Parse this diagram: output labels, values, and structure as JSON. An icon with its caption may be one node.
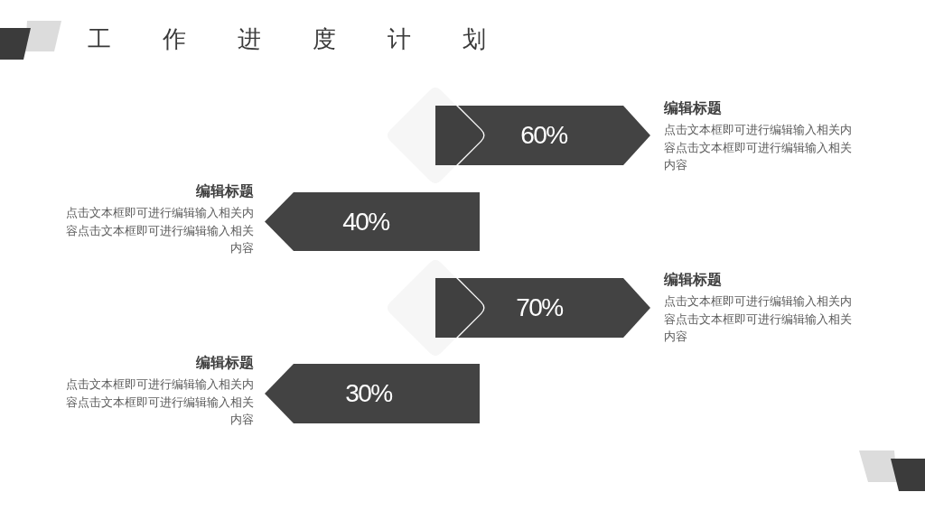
{
  "diagram": {
    "title": "工作进度计划",
    "nodes": [
      {
        "text": [
          "60%"
        ],
        "beside": [
          "编辑标题",
          "点击文本框即可进行编辑输入相关内容点击文本框即可进行编辑输入相关内容"
        ]
      },
      {
        "text": [
          "40%"
        ],
        "beside": [
          "编辑标题",
          "点击文本框即可进行编辑输入相关内容点击文本框即可进行编辑输入相关内容"
        ]
      },
      {
        "text": [
          "70%"
        ],
        "beside": [
          "编辑标题",
          "点击文本框即可进行编辑输入相关内容点击文本框即可进行编辑输入相关内容"
        ]
      },
      {
        "text": [
          "30%"
        ],
        "beside": [
          "编辑标题",
          "点击文本框即可进行编辑输入相关内容点击文本框即可进行编辑输入相关内容"
        ]
      },
      {
        "text": [],
        "shape": "diamond"
      },
      {
        "text": [],
        "shape": "diamond"
      }
    ]
  }
}
